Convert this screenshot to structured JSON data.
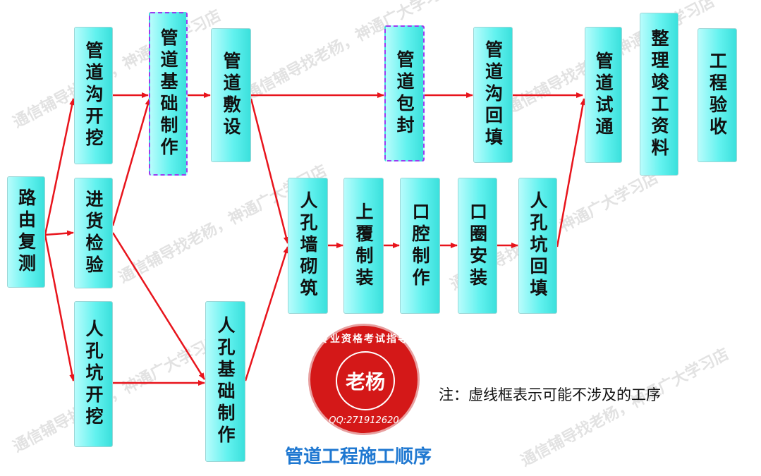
{
  "nodes": {
    "route_survey": "路由复测",
    "trench_dig": "管道沟开挖",
    "goods_inspection": "进货检验",
    "manhole_pit_dig": "人孔坑开挖",
    "pipe_foundation": "管道基础制作",
    "pipe_laying": "管道敷设",
    "manhole_foundation": "人孔基础制作",
    "pipe_encase": "管道包封",
    "trench_backfill": "管道沟回填",
    "manhole_wall": "人孔墙砌筑",
    "upper_cover": "上覆制装",
    "mouth_cavity": "口腔制作",
    "mouth_ring": "口圈安装",
    "manhole_backfill": "人孔坑回填",
    "pipe_test": "管道试通",
    "doc_compile": "整理竣工资料",
    "acceptance": "工程验收"
  },
  "stamp": {
    "top_text": "专业资格考试指导",
    "center_text": "老杨",
    "bottom_text": "QQ:271912620"
  },
  "note": "注：虚线框表示可能不涉及的工序",
  "title": "管道工程施工顺序",
  "watermark": "通信辅导找老杨，神通广大学习店",
  "colors": {
    "arrow": "#e8141c",
    "node_fill": "#63f2ef",
    "dashed_border": "#9a3cf0",
    "title": "#1f78d1",
    "stamp": "#d41818"
  }
}
